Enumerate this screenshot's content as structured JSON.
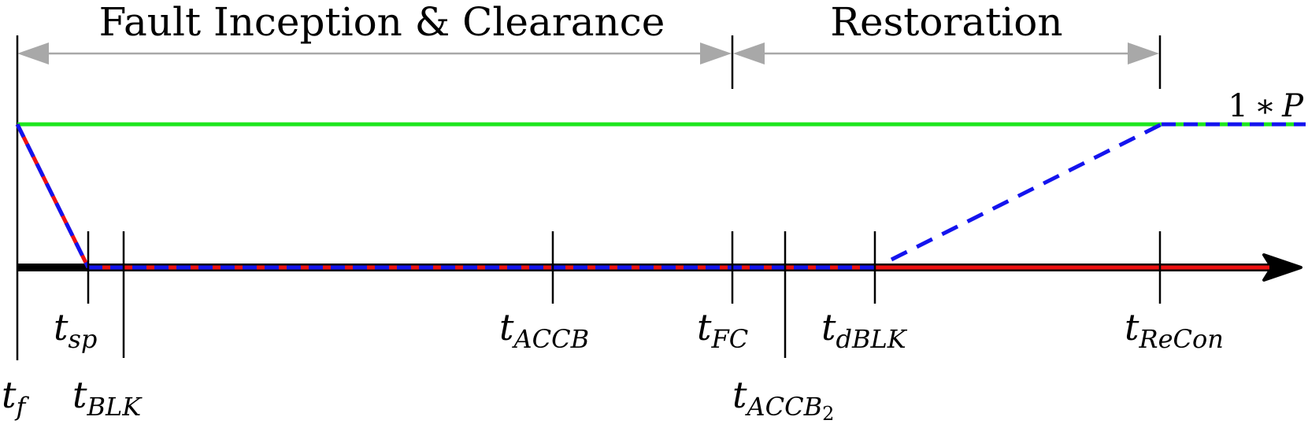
{
  "phases": {
    "fault": "Fault Inception & Clearance",
    "restoration": "Restoration"
  },
  "power_label": {
    "coef": "1",
    "op": "∗",
    "var": "P"
  },
  "times": {
    "tf": {
      "base": "t",
      "sub": "f"
    },
    "tsp": {
      "base": "t",
      "sub": "sp"
    },
    "tBLK": {
      "base": "t",
      "sub": "BLK"
    },
    "tACCB": {
      "base": "t",
      "sub": "ACCB"
    },
    "tFC": {
      "base": "t",
      "sub": "FC"
    },
    "tACCB2": {
      "base": "t",
      "sub": "ACCB",
      "subsub": "2"
    },
    "tdBLK": {
      "base": "t",
      "sub": "dBLK"
    },
    "tReCon": {
      "base": "t",
      "sub": "ReCon"
    }
  },
  "colors": {
    "green": "#1ee61e",
    "red": "#ee1111",
    "blue": "#1414ee",
    "gray": "#a8a8a8",
    "black": "#000000"
  }
}
